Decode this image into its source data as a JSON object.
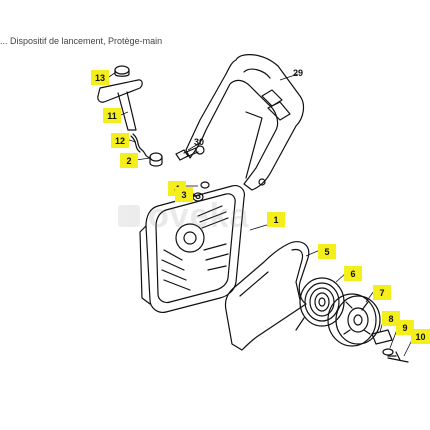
{
  "header": {
    "text": "... Dispositif de lancement, Protège-main"
  },
  "watermark": {
    "text": "oveka"
  },
  "callouts": [
    {
      "id": "13",
      "label": "13"
    },
    {
      "id": "11",
      "label": "11"
    },
    {
      "id": "12",
      "label": "12"
    },
    {
      "id": "2",
      "label": "2"
    },
    {
      "id": "4",
      "label": "4"
    },
    {
      "id": "3",
      "label": "3"
    },
    {
      "id": "1",
      "label": "1"
    },
    {
      "id": "5",
      "label": "5"
    },
    {
      "id": "6",
      "label": "6"
    },
    {
      "id": "7",
      "label": "7"
    },
    {
      "id": "8",
      "label": "8"
    },
    {
      "id": "9",
      "label": "9"
    },
    {
      "id": "10",
      "label": "10"
    }
  ],
  "plain_labels": {
    "p29": "29",
    "p30": "30"
  },
  "colors": {
    "callout_fill": "#f4ee1c",
    "line": "#111111"
  }
}
